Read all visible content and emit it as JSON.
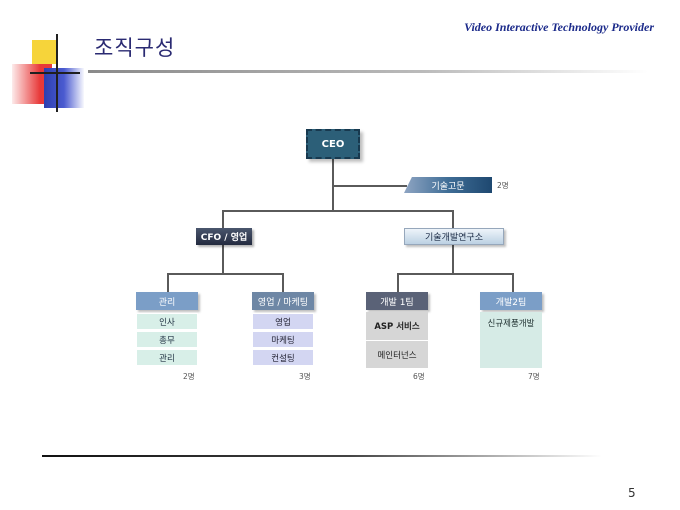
{
  "header": {
    "title": "조직구성",
    "tagline": "Video Interactive Technology Provider"
  },
  "org": {
    "ceo": "CEO",
    "advisor": "기술고문",
    "advisor_count": "2명",
    "cfo": "CFO / 영업",
    "lab": "기술개발연구소",
    "departments": [
      {
        "head": "관리",
        "items": [
          "인사",
          "총무",
          "관리"
        ],
        "count": "2명"
      },
      {
        "head": "영업 / 마케팅",
        "items": [
          "영업",
          "마케팅",
          "컨설팅"
        ],
        "count": "3명"
      },
      {
        "head": "개발 1팀",
        "items": [
          "ASP  서비스",
          "메인터넌스"
        ],
        "count": "6명"
      },
      {
        "head": "개발2팀",
        "items": [
          "신규제품개발"
        ],
        "count": "7명"
      }
    ]
  },
  "footer": {
    "page_number": "5"
  },
  "colors": {
    "title": "#2a2a72",
    "tagline": "#1b2a8a",
    "ceo_fill": "#2c5f78",
    "cfo_fill": "#232a3f"
  }
}
